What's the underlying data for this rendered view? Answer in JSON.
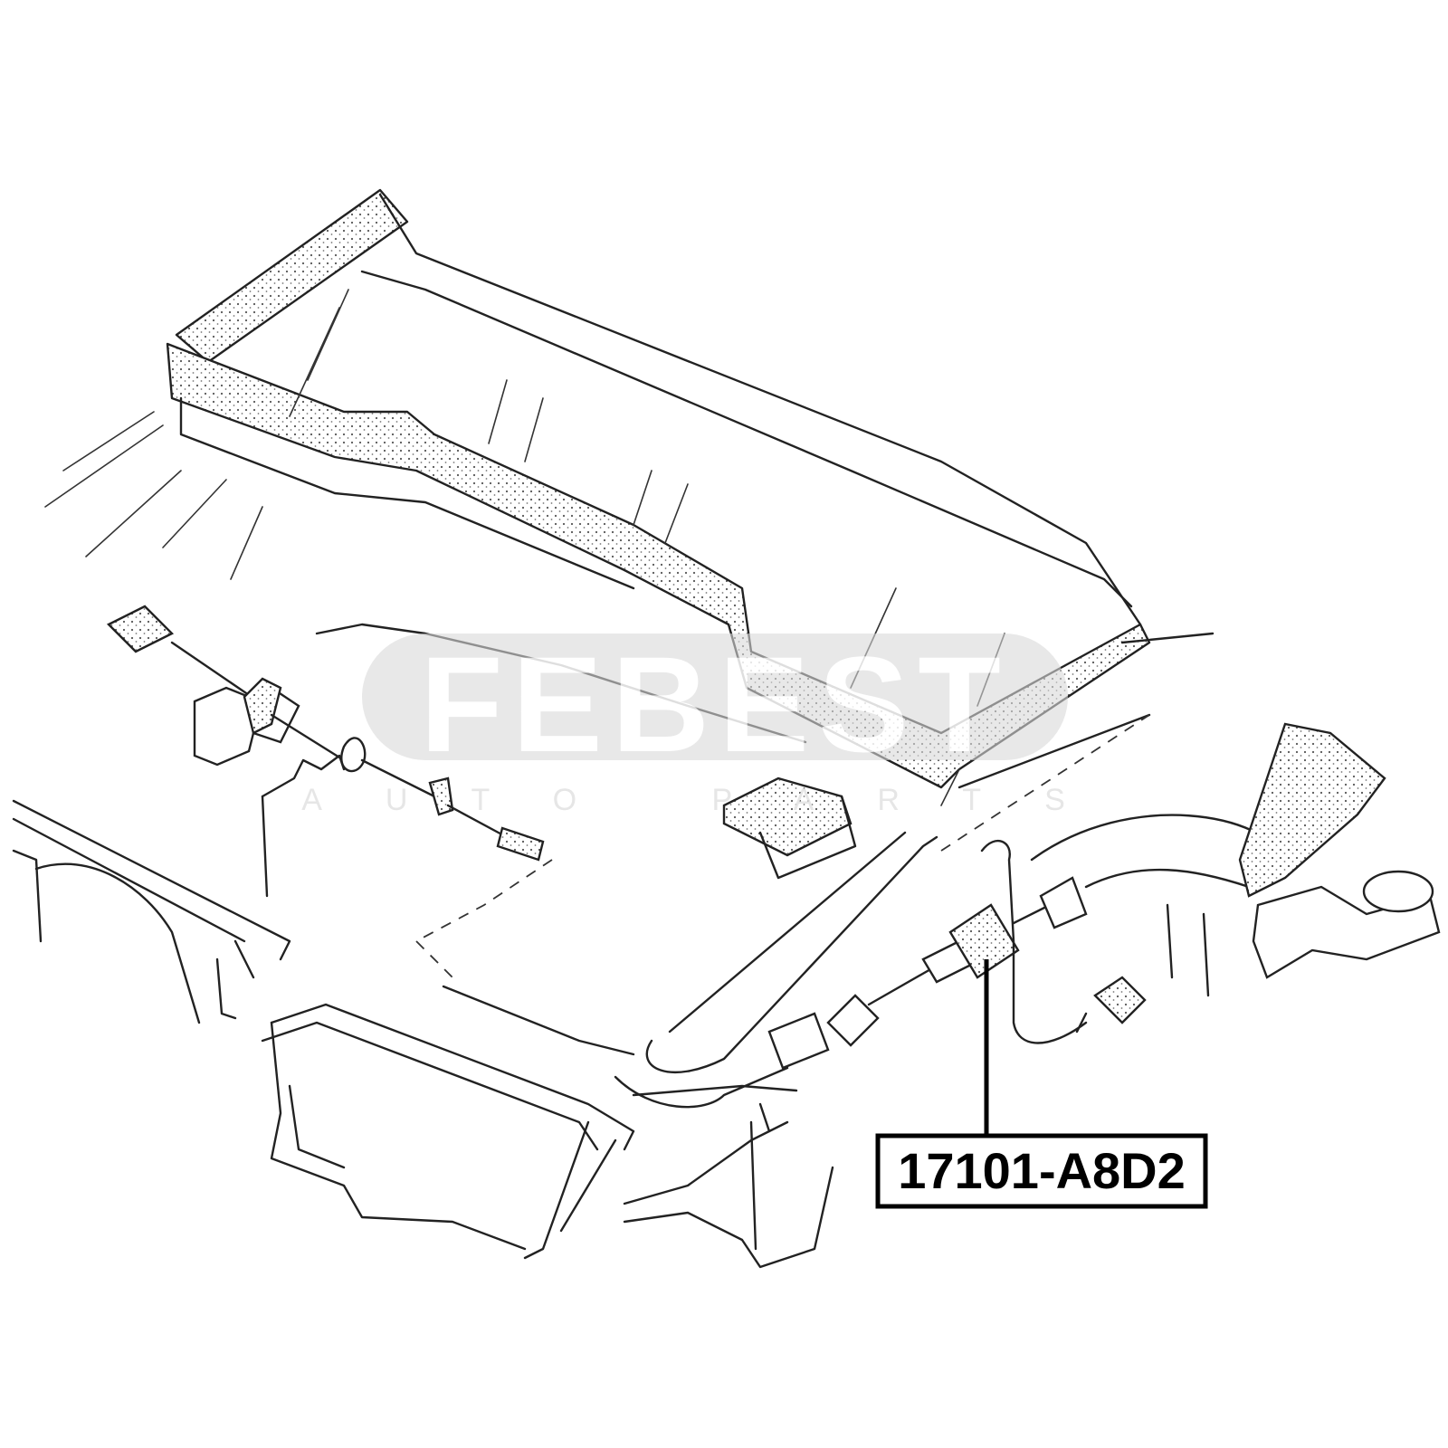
{
  "watermark": {
    "brand": "FEBEST",
    "tagline": "AUTO PARTS"
  },
  "callout": {
    "part_number": "17101-A8D2"
  },
  "colors": {
    "line": "#222222",
    "watermark_band": "#d9d9d9",
    "callout_border": "#000000"
  }
}
